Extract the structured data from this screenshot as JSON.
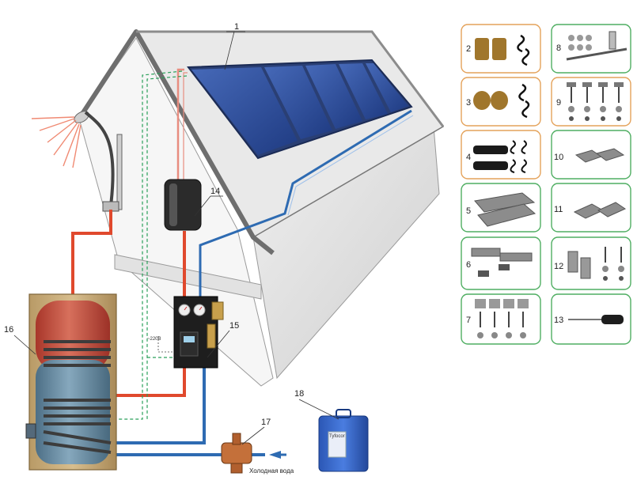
{
  "colors": {
    "hot_pipe": "#e0492d",
    "cold_pipe": "#2e6bb2",
    "sensor_wire": "#2aa05a",
    "orange_frame": "#e4a25a",
    "green_frame": "#4fae62",
    "collector": "#2d4f9c",
    "roof": "#7c7c7c",
    "wall": "#d6d6d6"
  },
  "callouts": [
    {
      "id": "1",
      "label": "1"
    },
    {
      "id": "14",
      "label": "14"
    },
    {
      "id": "15",
      "label": "15"
    },
    {
      "id": "16",
      "label": "16"
    },
    {
      "id": "17",
      "label": "17"
    },
    {
      "id": "18",
      "label": "18"
    }
  ],
  "controller_voltage": "~220В",
  "cold_water_label": "Холодная вода",
  "canister_label": "Tyfocor",
  "parts": [
    {
      "id": "2",
      "label": "2",
      "frame": "orange"
    },
    {
      "id": "3",
      "label": "3",
      "frame": "orange"
    },
    {
      "id": "4",
      "label": "4",
      "frame": "orange"
    },
    {
      "id": "5",
      "label": "5",
      "frame": "green"
    },
    {
      "id": "6",
      "label": "6",
      "frame": "green"
    },
    {
      "id": "7",
      "label": "7",
      "frame": "green"
    },
    {
      "id": "8",
      "label": "8",
      "frame": "green"
    },
    {
      "id": "9",
      "label": "9",
      "frame": "orange"
    },
    {
      "id": "10",
      "label": "10",
      "frame": "green"
    },
    {
      "id": "11",
      "label": "11",
      "frame": "green"
    },
    {
      "id": "12",
      "label": "12",
      "frame": "green"
    },
    {
      "id": "13",
      "label": "13",
      "frame": "green"
    }
  ]
}
